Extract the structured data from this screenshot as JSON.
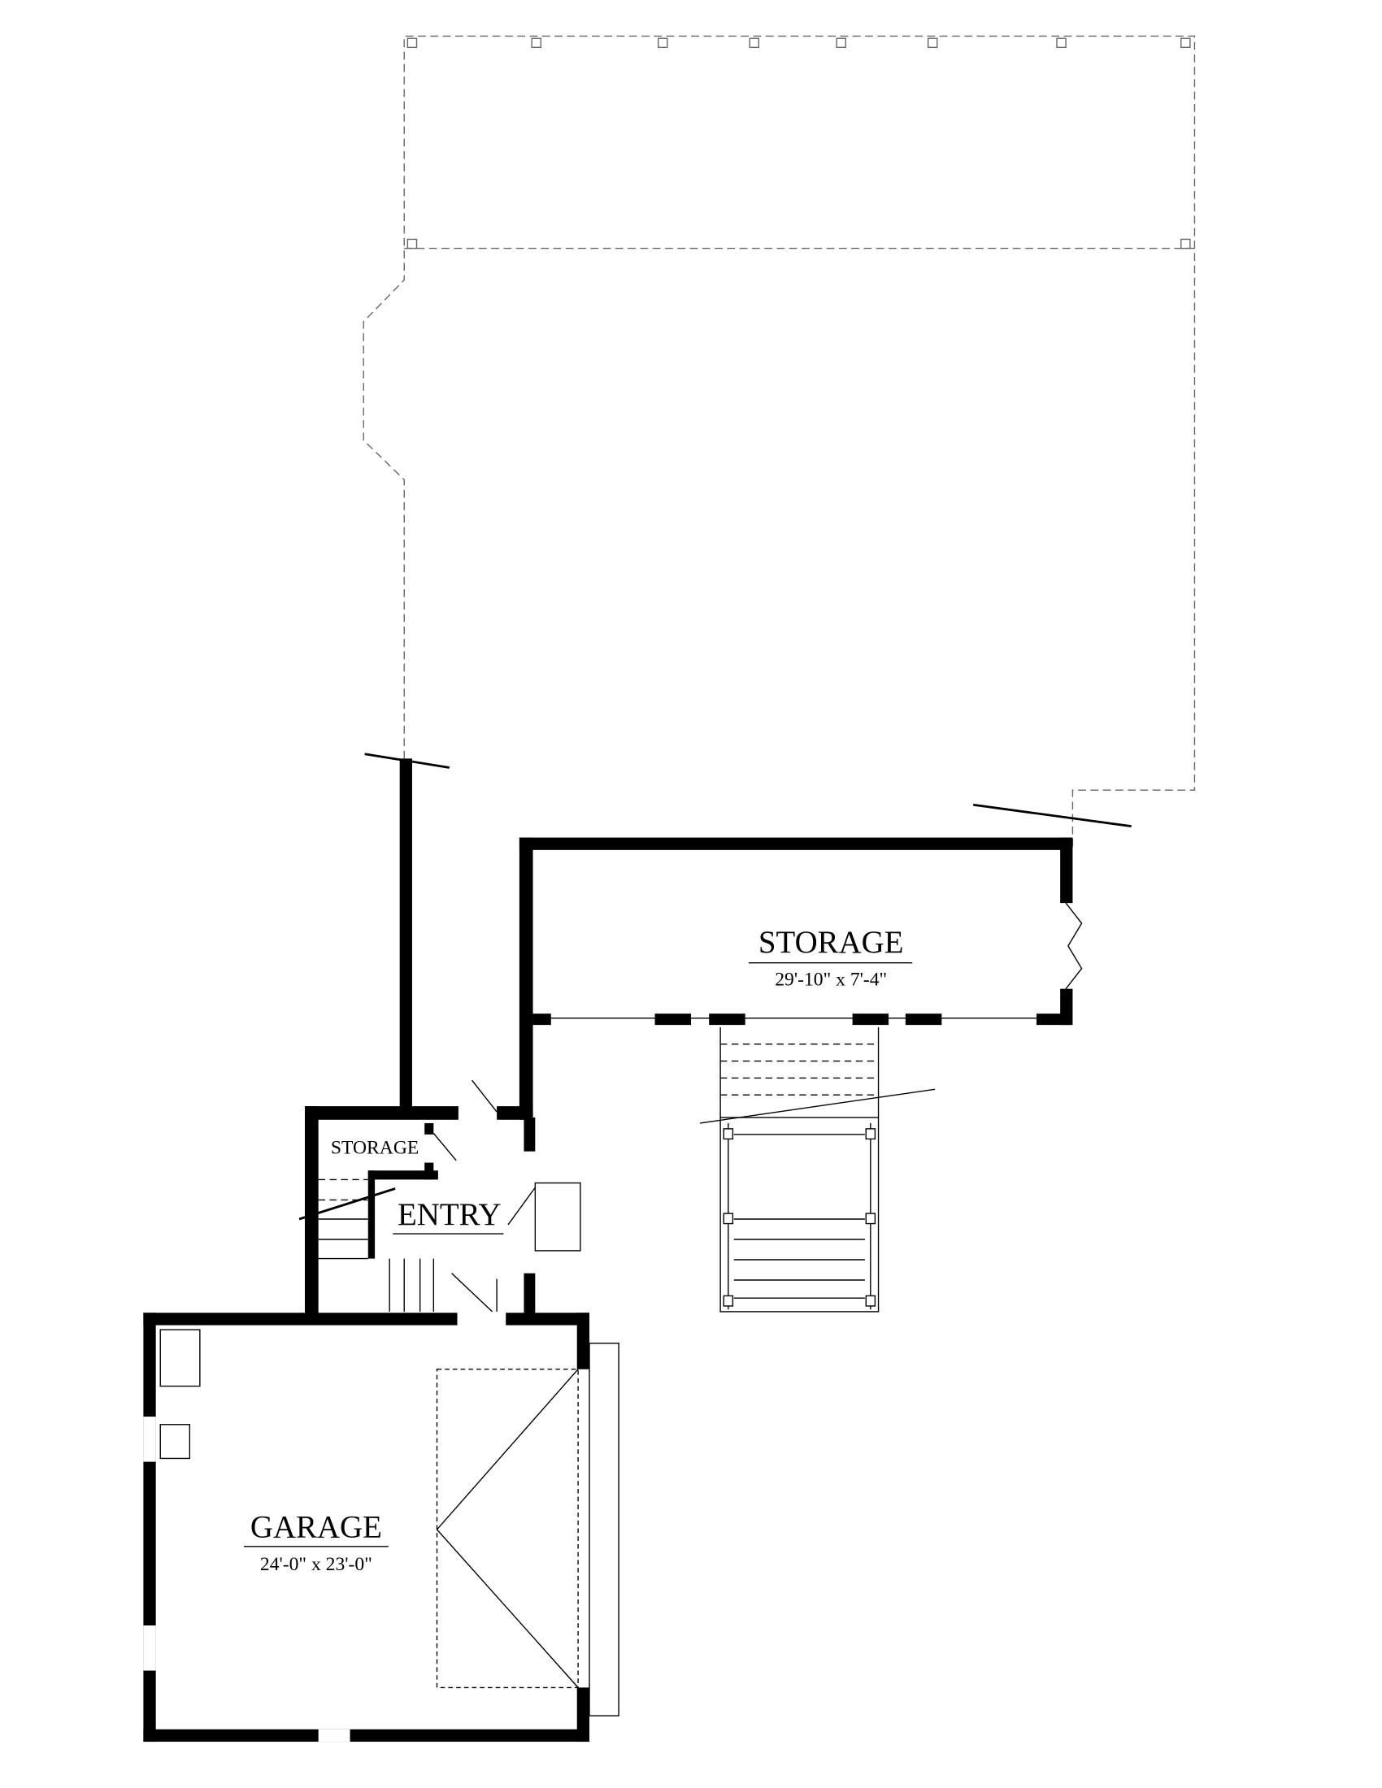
{
  "rooms": {
    "storage_main": {
      "name": "STORAGE",
      "dims": "29'-10\" x 7'-4\""
    },
    "storage_small": {
      "name": "STORAGE"
    },
    "entry": {
      "name": "ENTRY"
    },
    "garage": {
      "name": "GARAGE",
      "dims": "24'-0\" x 23'-0\""
    }
  },
  "colors": {
    "wall": "#000000",
    "outline": "#666666",
    "background": "#ffffff"
  }
}
